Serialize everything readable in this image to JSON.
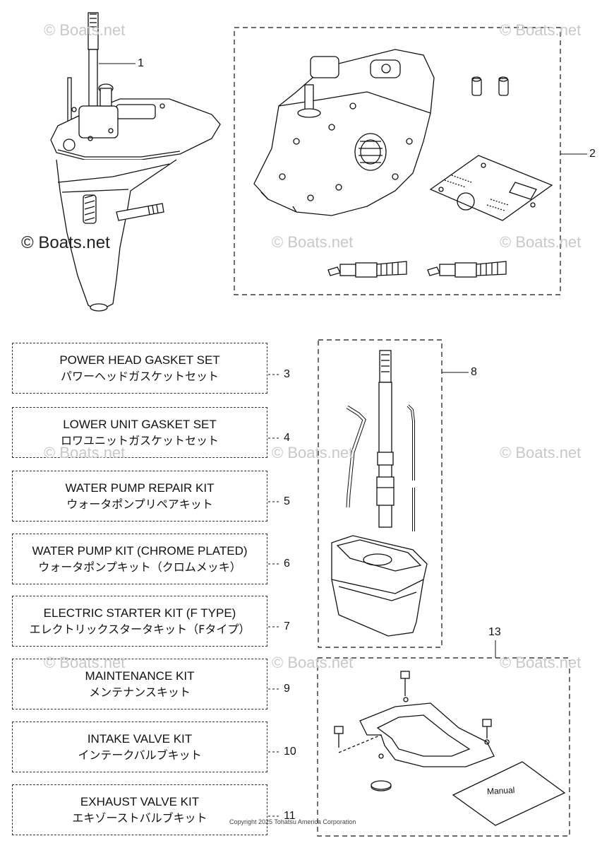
{
  "callouts": [
    "1",
    "2",
    "3",
    "4",
    "5",
    "6",
    "7",
    "8",
    "9",
    "10",
    "11",
    "13"
  ],
  "kits": [
    {
      "en": "POWER HEAD GASKET SET",
      "jp": "パワーヘッドガスケットセット",
      "ref": "3"
    },
    {
      "en": "LOWER UNIT GASKET SET",
      "jp": "ロワユニットガスケットセット",
      "ref": "4"
    },
    {
      "en": "WATER PUMP REPAIR KIT",
      "jp": "ウォータポンプリペアキット",
      "ref": "5"
    },
    {
      "en": "WATER PUMP KIT (CHROME PLATED)",
      "jp": "ウォータポンプキット（クロムメッキ）",
      "ref": "6"
    },
    {
      "en": "ELECTRIC STARTER KIT (F TYPE)",
      "jp": "エレクトリックスタータキット（Fタイプ）",
      "ref": "7"
    },
    {
      "en": "MAINTENANCE KIT",
      "jp": "メンテナンスキット",
      "ref": "9"
    },
    {
      "en": "INTAKE VALVE KIT",
      "jp": "インテークバルブキット",
      "ref": "10"
    },
    {
      "en": "EXHAUST VALVE KIT",
      "jp": "エキゾーストバルブキット",
      "ref": "11"
    }
  ],
  "manual_label": "Manual",
  "watermark": "© Boats.net",
  "copyright": "Copyright 2025 Tohatsu America Corporation"
}
